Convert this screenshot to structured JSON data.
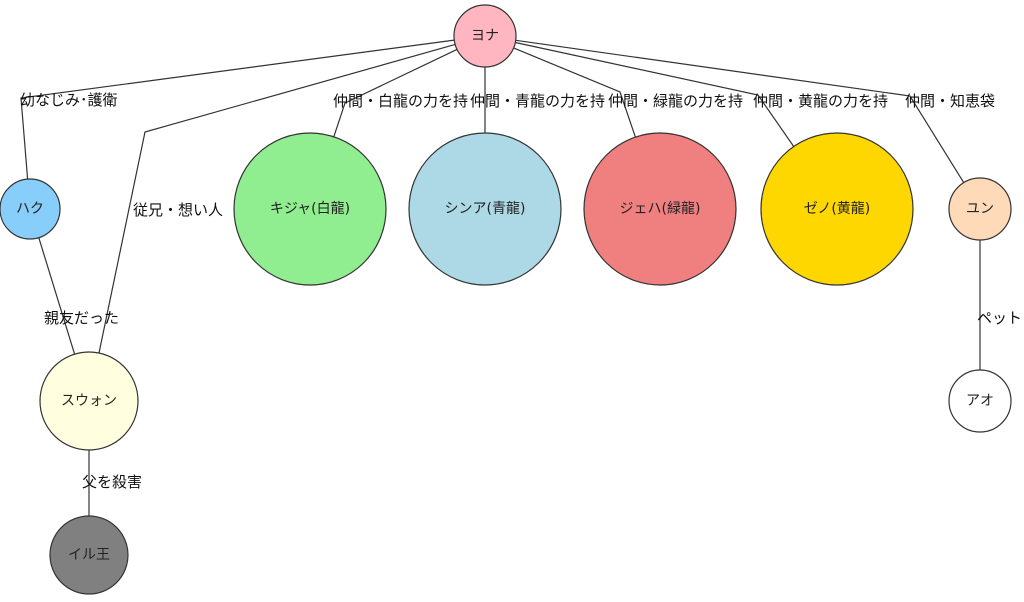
{
  "nodes": [
    {
      "id": "yona",
      "label": "ヨナ",
      "color": "#ffb6c1"
    },
    {
      "id": "hak",
      "label": "ハク",
      "color": "#87cefa"
    },
    {
      "id": "kija",
      "label": "キジャ(白龍)",
      "color": "#90ee90"
    },
    {
      "id": "shinah",
      "label": "シンア(青龍)",
      "color": "#add8e6"
    },
    {
      "id": "jaeha",
      "label": "ジェハ(緑龍)",
      "color": "#f08080"
    },
    {
      "id": "zeno",
      "label": "ゼノ(黄龍)",
      "color": "#ffd700"
    },
    {
      "id": "yoon",
      "label": "ユン",
      "color": "#ffdab9"
    },
    {
      "id": "soowon",
      "label": "スウォン",
      "color": "#ffffe0"
    },
    {
      "id": "ao",
      "label": "アオ",
      "color": "#ffffff"
    },
    {
      "id": "il",
      "label": "イル王",
      "color": "#808080"
    }
  ],
  "edges": [
    {
      "from": "yona",
      "to": "hak",
      "label": "幼なじみ･護衛"
    },
    {
      "from": "yona",
      "to": "soowon",
      "label": "従兄・想い人"
    },
    {
      "from": "yona",
      "to": "kija",
      "label": "仲間・白龍の力を持"
    },
    {
      "from": "yona",
      "to": "shinah",
      "label": "仲間・青龍の力を持"
    },
    {
      "from": "yona",
      "to": "jaeha",
      "label": "仲間・緑龍の力を持"
    },
    {
      "from": "yona",
      "to": "zeno",
      "label": "仲間・黄龍の力を持"
    },
    {
      "from": "yona",
      "to": "yoon",
      "label": "仲間・知恵袋"
    },
    {
      "from": "hak",
      "to": "soowon",
      "label": "親友だった"
    },
    {
      "from": "yoon",
      "to": "ao",
      "label": "ペット"
    },
    {
      "from": "soowon",
      "to": "il",
      "label": "父を殺害"
    }
  ]
}
